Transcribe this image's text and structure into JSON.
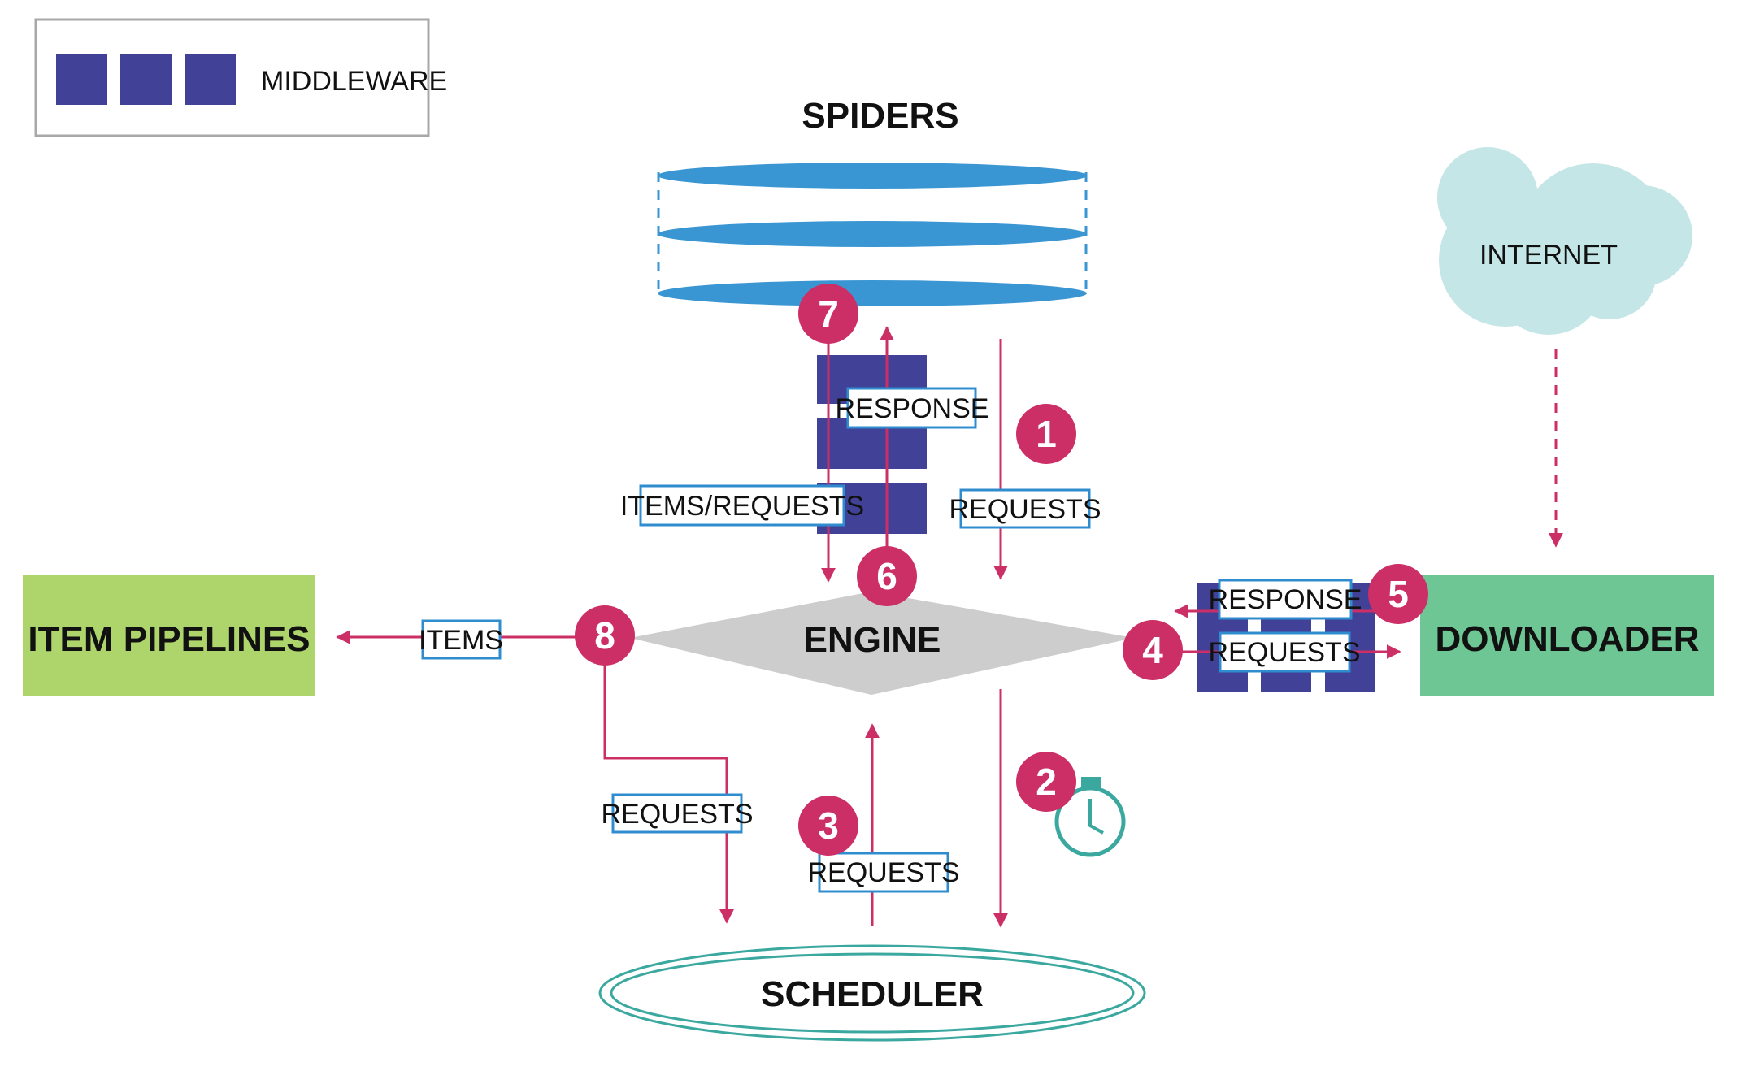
{
  "legend": {
    "label": "MIDDLEWARE"
  },
  "components": {
    "spiders": "SPIDERS",
    "internet": "INTERNET",
    "engine": "ENGINE",
    "item_pipelines": "ITEM PIPELINES",
    "downloader": "DOWNLOADER",
    "scheduler": "SCHEDULER"
  },
  "flow_labels": {
    "response_spider": "RESPONSE",
    "items_requests": "ITEMS/REQUESTS",
    "requests_1": "REQUESTS",
    "items": "ITEMS",
    "response_downloader": "RESPONSE",
    "requests_4": "REQUESTS",
    "requests_8": "REQUESTS",
    "requests_3": "REQUESTS"
  },
  "steps": [
    "1",
    "2",
    "3",
    "4",
    "5",
    "6",
    "7",
    "8"
  ],
  "icons": {
    "timer": "stopwatch-icon",
    "cloud": "cloud-icon"
  },
  "colors": {
    "middleware": "#414297",
    "flow": "#cc2f66",
    "spiders": "#3a96d3",
    "engine": "#cdcdcd",
    "item_pipelines": "#aed56c",
    "downloader": "#6ec694",
    "internet": "#c4e6e7",
    "scheduler": "#3ba8a0",
    "label_border": "#2f8ccf"
  }
}
